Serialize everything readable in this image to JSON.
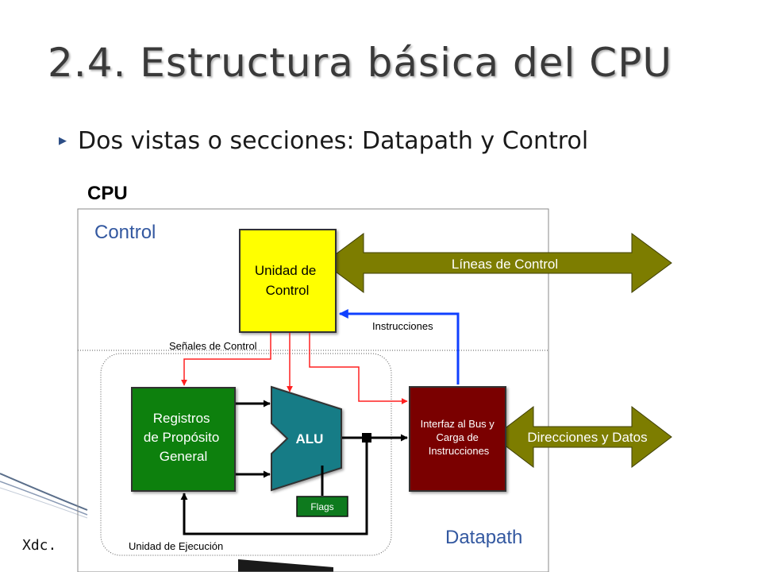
{
  "slide": {
    "title": "2.4. Estructura básica del CPU",
    "bullet": "Dos vistas o secciones: Datapath y Control",
    "footer": "Xdc."
  },
  "diagram": {
    "heading": "CPU",
    "control_section": "Control",
    "datapath_section": "Datapath",
    "control_unit": [
      "Unidad de",
      "Control"
    ],
    "registers": [
      "Registros",
      "de Propósito",
      "General"
    ],
    "alu": "ALU",
    "flags": "Flags",
    "bus_interface": [
      "Interfaz al Bus y",
      "Carga de",
      "Instrucciones"
    ],
    "control_lines": "Líneas de Control",
    "address_data": "Direcciones y Datos",
    "instructions": "Instrucciones",
    "control_signals": "Señales de Control",
    "execution_unit": "Unidad de Ejecución"
  },
  "colors": {
    "title": "#3a3a3a",
    "bullet_mark": "#2c4e86",
    "control_unit_fill": "#ffff00",
    "registers_fill": "#108010",
    "alu_fill": "#137b86",
    "bus_interface_fill": "#7a0000",
    "flags_fill": "#0e7a1e",
    "bus_arrow_fill": "#7d7d00",
    "section_label": "#3358a0",
    "control_signal_line": "#ff2020",
    "instruction_line": "#1040ff"
  },
  "icons": {
    "bullet": "triangle-right-icon"
  }
}
